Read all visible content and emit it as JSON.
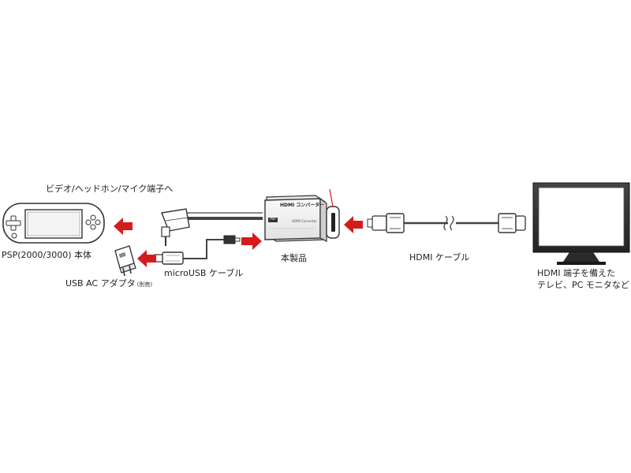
{
  "labels": {
    "video_port": "ビデオ/ヘッドホン/マイク端子へ",
    "psp": "PSP(2000/3000) 本体",
    "usb_adapter": "USB AC アダプタ",
    "usb_adapter_note": "(別売)",
    "microusb_cable": "microUSB ケーブル",
    "product": "本製品",
    "hdmi_cable": "HDMI ケーブル",
    "tv_line1": "HDMI 端子を備えた",
    "tv_line2": "テレビ、PC モニタなど"
  },
  "converter": {
    "title": "HDMI コンバーター",
    "subtitle": "HDMI Converter",
    "badge": "PSP"
  },
  "colors": {
    "arrow": "#d51c1c",
    "outline": "#333333",
    "cable": "#555555",
    "screen": "#ffffff"
  }
}
